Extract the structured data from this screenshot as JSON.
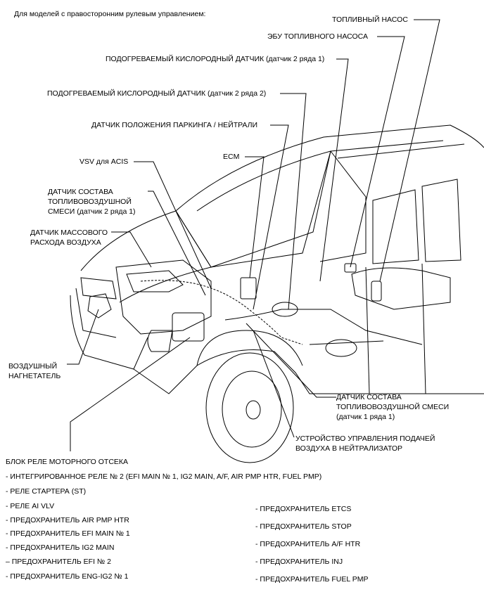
{
  "header": {
    "caption": "Для моделей с правосторонним рулевым управлением:"
  },
  "callouts": {
    "fuel_pump": "ТОПЛИВНЫЙ НАСОС",
    "fuel_pump_ecu": "ЭБУ ТОПЛИВНОГО НАСОСА",
    "heated_o2_b2s1": "ПОДОГРЕВАЕМЫЙ КИСЛОРОДНЫЙ ДАТЧИК (датчик 2 ряда 1)",
    "heated_o2_b2s2": "ПОДОГРЕВАЕМЫЙ КИСЛОРОДНЫЙ ДАТЧИК (датчик 2 ряда 2)",
    "park_neutral": "ДАТЧИК ПОЛОЖЕНИЯ ПАРКИНГА / НЕЙТРАЛИ",
    "ecm": "ECM",
    "vsv_acis": "VSV для ACIS",
    "af_sensor_b2": "ДАТЧИК СОСТАВА\nТОПЛИВОВОЗДУШНОЙ\nСМЕСИ (датчик 2 ряда 1)",
    "maf": "ДАТЧИК МАССОВОГО\nРАСХОДА ВОЗДУХА",
    "air_pump": "ВОЗДУШНЫЙ\nНАГНЕТАТЕЛЬ",
    "af_sensor_b1": "ДАТЧИК СОСТАВА\nТОПЛИВОВОЗДУШНОЙ СМЕСИ\n(датчик 1 ряда 1)",
    "air_injection": "УСТРОЙСТВО УПРАВЛЕНИЯ ПОДАЧЕЙ\nВОЗДУХА В НЕЙТРАЛИЗАТОР"
  },
  "relay_block": {
    "title": "БЛОК РЕЛЕ МОТОРНОГО ОТСЕКА",
    "left_items": [
      "- ИНТЕГРИРОВАННОЕ РЕЛЕ № 2 (EFI MAIN № 1, IG2 MAIN, A/F, AIR PMP HTR, FUEL PMP)",
      "- РЕЛЕ СТАРТЕРА (ST)",
      "- РЕЛЕ AI VLV",
      "- ПРЕДОХРАНИТЕЛЬ AIR PMP HTR",
      "- ПРЕДОХРАНИТЕЛЬ EFI MAIN № 1",
      "- ПРЕДОХРАНИТЕЛЬ IG2 MAIN",
      "– ПРЕДОХРАНИТЕЛЬ EFI № 2",
      "- ПРЕДОХРАНИТЕЛЬ ENG-IG2 № 1"
    ],
    "right_items": [
      "- ПРЕДОХРАНИТЕЛЬ ETCS",
      "- ПРЕДОХРАНИТЕЛЬ STOP",
      "- ПРЕДОХРАНИТЕЛЬ A/F HTR",
      "- ПРЕДОХРАНИТЕЛЬ INJ",
      "- ПРЕДОХРАНИТЕЛЬ FUEL PMP"
    ]
  }
}
